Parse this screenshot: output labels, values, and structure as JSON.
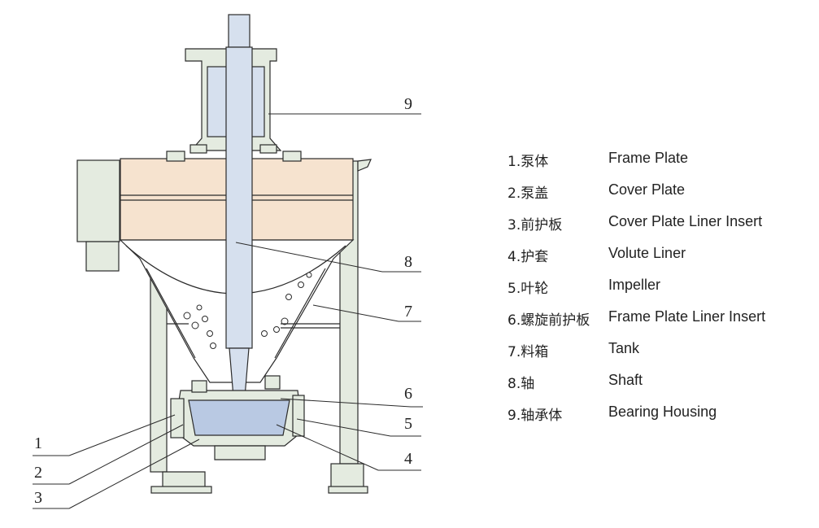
{
  "legend": [
    {
      "num": "1",
      "cn": "1.泵体",
      "en": "Frame Plate"
    },
    {
      "num": "2",
      "cn": "2.泵盖",
      "en": "Cover Plate"
    },
    {
      "num": "3",
      "cn": "3.前护板",
      "en": "Cover Plate Liner Insert"
    },
    {
      "num": "4",
      "cn": "4.护套",
      "en": "Volute Liner"
    },
    {
      "num": "5",
      "cn": "5.叶轮",
      "en": "Impeller"
    },
    {
      "num": "6",
      "cn": "6.螺旋前护板",
      "en": "Frame Plate Liner Insert"
    },
    {
      "num": "7",
      "cn": "7.料箱",
      "en": "Tank"
    },
    {
      "num": "8",
      "cn": "8.轴",
      "en": "Shaft"
    },
    {
      "num": "9",
      "cn": "9.轴承体",
      "en": "Bearing Housing"
    }
  ],
  "callouts": [
    "1",
    "2",
    "3",
    "4",
    "5",
    "6",
    "7",
    "8",
    "9"
  ],
  "colors": {
    "tank_fill": "#f6e3cf",
    "structure_fill": "#e4ebe0",
    "shaft_fill": "#d6e0ee",
    "impeller_fill": "#b9c9e3",
    "line": "#2b2b2b"
  }
}
